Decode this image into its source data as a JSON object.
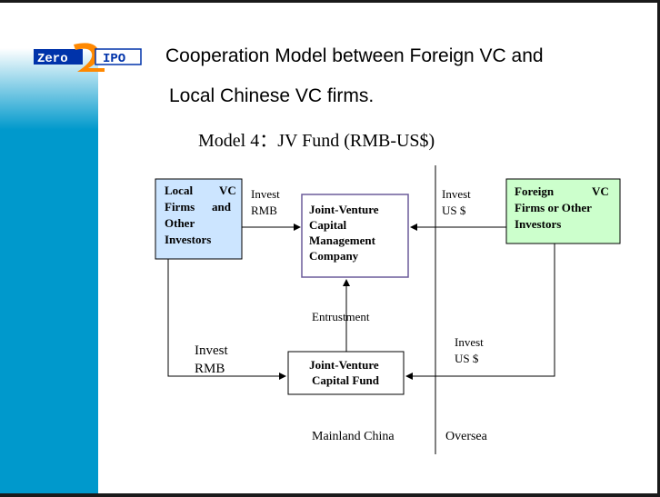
{
  "logo": {
    "part1": "Zero",
    "part2": "2",
    "part3": "IPO"
  },
  "title": {
    "line1": "Cooperation Model between Foreign VC and",
    "line2": "Local Chinese VC firms."
  },
  "subtitle": "Model 4：JV Fund (RMB-US$)",
  "nodes": {
    "local": {
      "line1a": "Local",
      "line1b": "VC",
      "line2a": "Firms",
      "line2b": "and",
      "line3": "Other",
      "line4": "Investors"
    },
    "foreign": {
      "line1a": "Foreign",
      "line1b": "VC",
      "line2": "Firms or Other",
      "line3": "Investors"
    },
    "management": {
      "line1": "Joint-Venture",
      "line2": "Capital",
      "line3": "Management",
      "line4": "Company"
    },
    "fund": {
      "line1": "Joint-Venture",
      "line2": "Capital Fund"
    }
  },
  "edges": {
    "invest_rmb_top": {
      "line1": "Invest",
      "line2": "RMB"
    },
    "invest_us_top": {
      "line1": "Invest",
      "line2": "US $"
    },
    "entrustment": "Entrustment",
    "invest_rmb_bottom": {
      "line1": "Invest",
      "line2": "RMB"
    },
    "invest_us_bottom": {
      "line1": "Invest",
      "line2": "US $"
    }
  },
  "regions": {
    "left": "Mainland China",
    "right": "Oversea"
  },
  "colors": {
    "sidebar": "#0099cc",
    "local_box": "#cce5ff",
    "foreign_box": "#ccffcc",
    "management_border": "#6b5b9a"
  }
}
